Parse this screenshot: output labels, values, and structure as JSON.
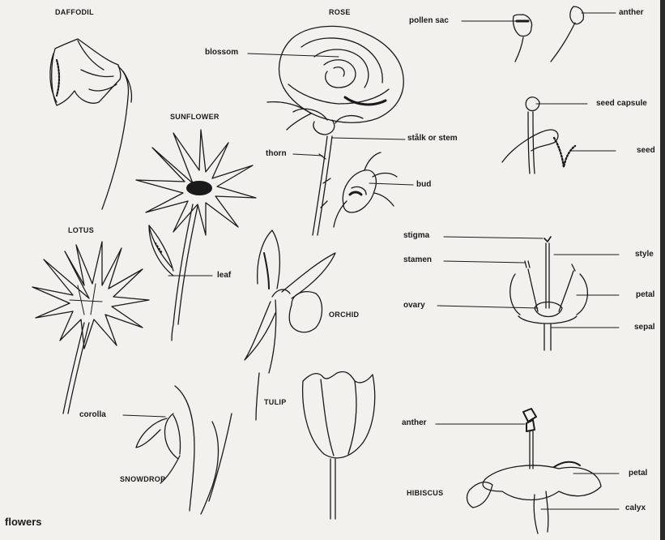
{
  "flowers": {
    "daffodil": "DAFFODIL",
    "rose": "ROSE",
    "sunflower": "SUNFLOWER",
    "lotus": "LOTUS",
    "orchid": "ORCHID",
    "tulip": "TULIP",
    "snowdrop": "SNOWDROP",
    "hibiscus": "HIBISCUS"
  },
  "labels": {
    "blossom": "blossom",
    "stalk": "stålk or stem",
    "thorn": "thorn",
    "bud": "bud",
    "leaf": "leaf",
    "corolla": "corolla",
    "pollen_sac": "pollen sac",
    "anther_top": "anther",
    "seed_capsule": "seed capsule",
    "seed": "seed",
    "stigma": "stigma",
    "stamen": "stamen",
    "style": "style",
    "ovary": "ovary",
    "petal_mid": "petal",
    "sepal": "sepal",
    "anther_bottom": "anther",
    "petal_bottom": "petal",
    "calyx": "calyx"
  },
  "footer": {
    "title": "flowers"
  }
}
